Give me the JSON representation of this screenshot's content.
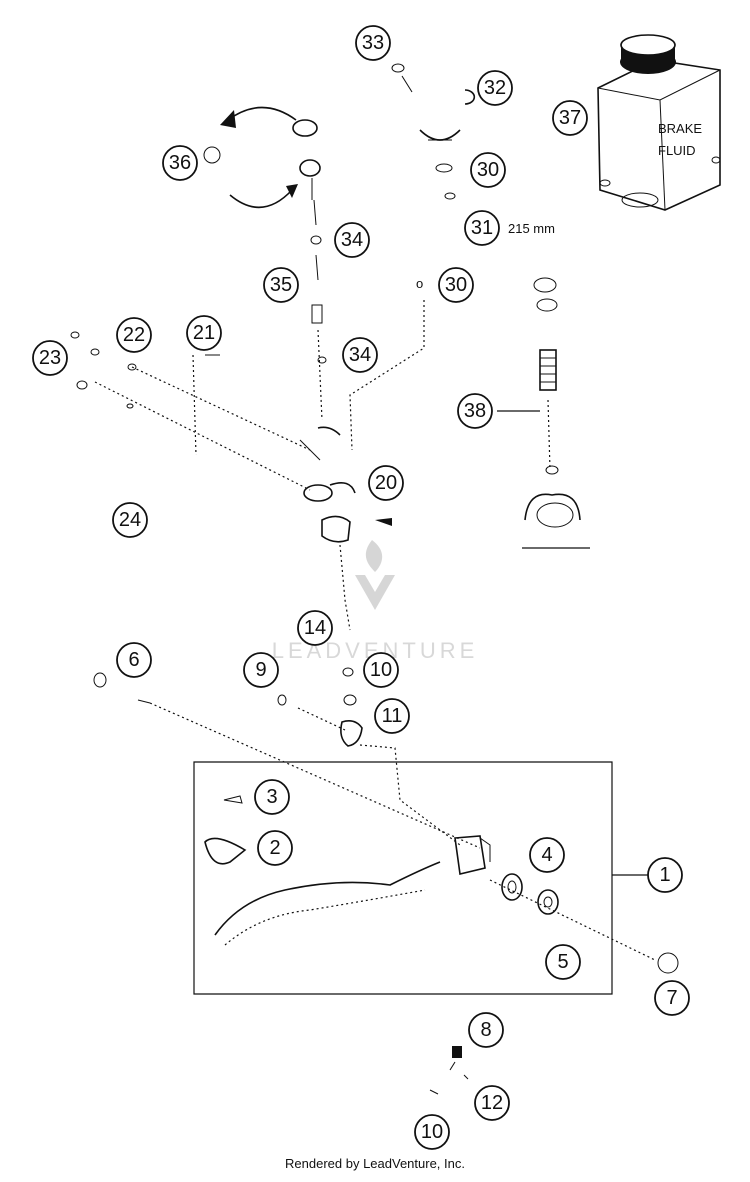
{
  "diagram": {
    "callouts": [
      "33",
      "32",
      "37",
      "36",
      "30",
      "31",
      "34",
      "35",
      "30",
      "22",
      "21",
      "23",
      "34",
      "38",
      "20",
      "24",
      "14",
      "6",
      "9",
      "10",
      "11",
      "3",
      "2",
      "4",
      "1",
      "5",
      "7",
      "8",
      "12",
      "10"
    ],
    "measurement": "215 mm",
    "reservoir_label_line1": "BRAKE",
    "reservoir_label_line2": "FLUID",
    "watermark": "LEADVENTURE",
    "footer": "Rendered by LeadVenture, Inc."
  }
}
